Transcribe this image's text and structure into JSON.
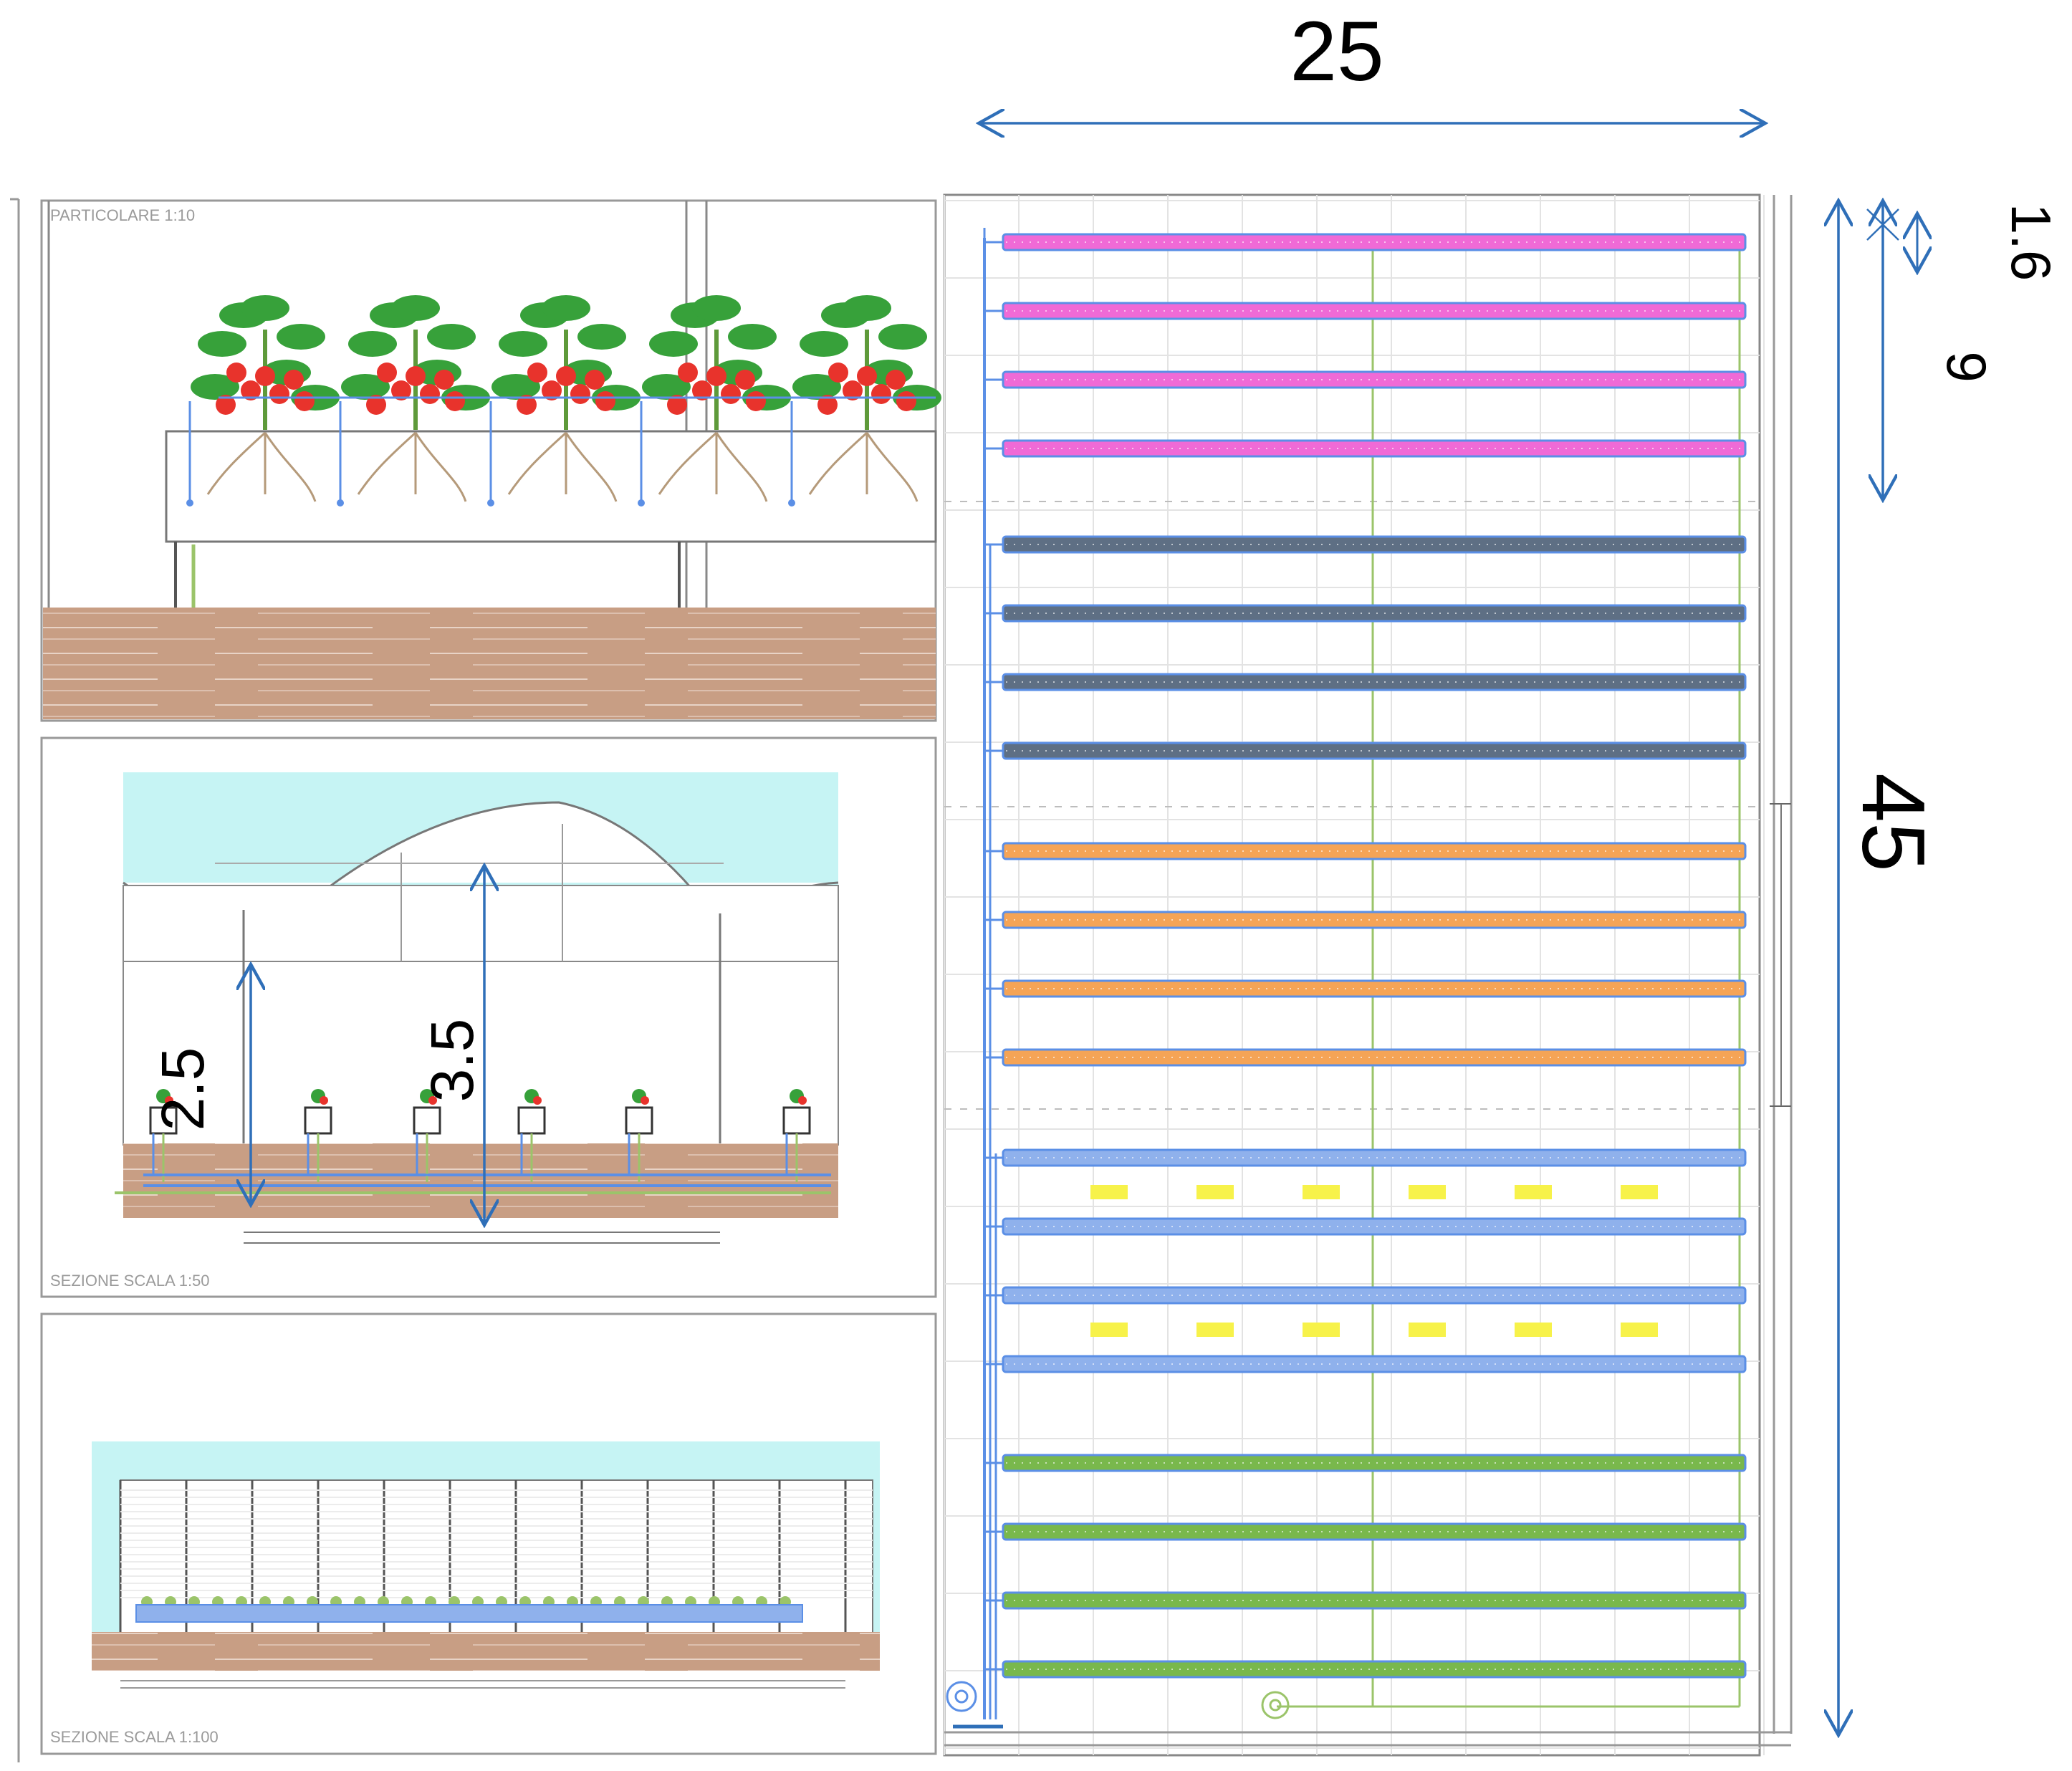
{
  "panels": {
    "detail_label": "PARTICOLARE  1:10",
    "section50_label": "SEZIONE  SCALA 1:50",
    "section100_label": "SEZIONE  SCALA 1:100"
  },
  "dimensions": {
    "width": "25",
    "length": "45",
    "header_gap": "1.6",
    "module": "9",
    "height_low": "2.5",
    "height_high": "3.5"
  },
  "colors": {
    "dimension_arrow": "#2f6fb8",
    "pipe_blue": "#5b8fe6",
    "feed_green": "#9bc46a",
    "soil": "#c89e84",
    "sky": "#c6f4f4",
    "light_panel": "#f7f24a",
    "channel_groups": [
      "#f06ad6",
      "#5e6f84",
      "#f5a456",
      "#8fb1ec",
      "#79b84c"
    ]
  },
  "plan": {
    "channel_groups": [
      {
        "channels": 4,
        "color": "magenta"
      },
      {
        "channels": 4,
        "color": "slate"
      },
      {
        "channels": 4,
        "color": "orange"
      },
      {
        "channels": 4,
        "color": "light-blue",
        "lights": true
      },
      {
        "channels": 4,
        "color": "green"
      }
    ]
  }
}
